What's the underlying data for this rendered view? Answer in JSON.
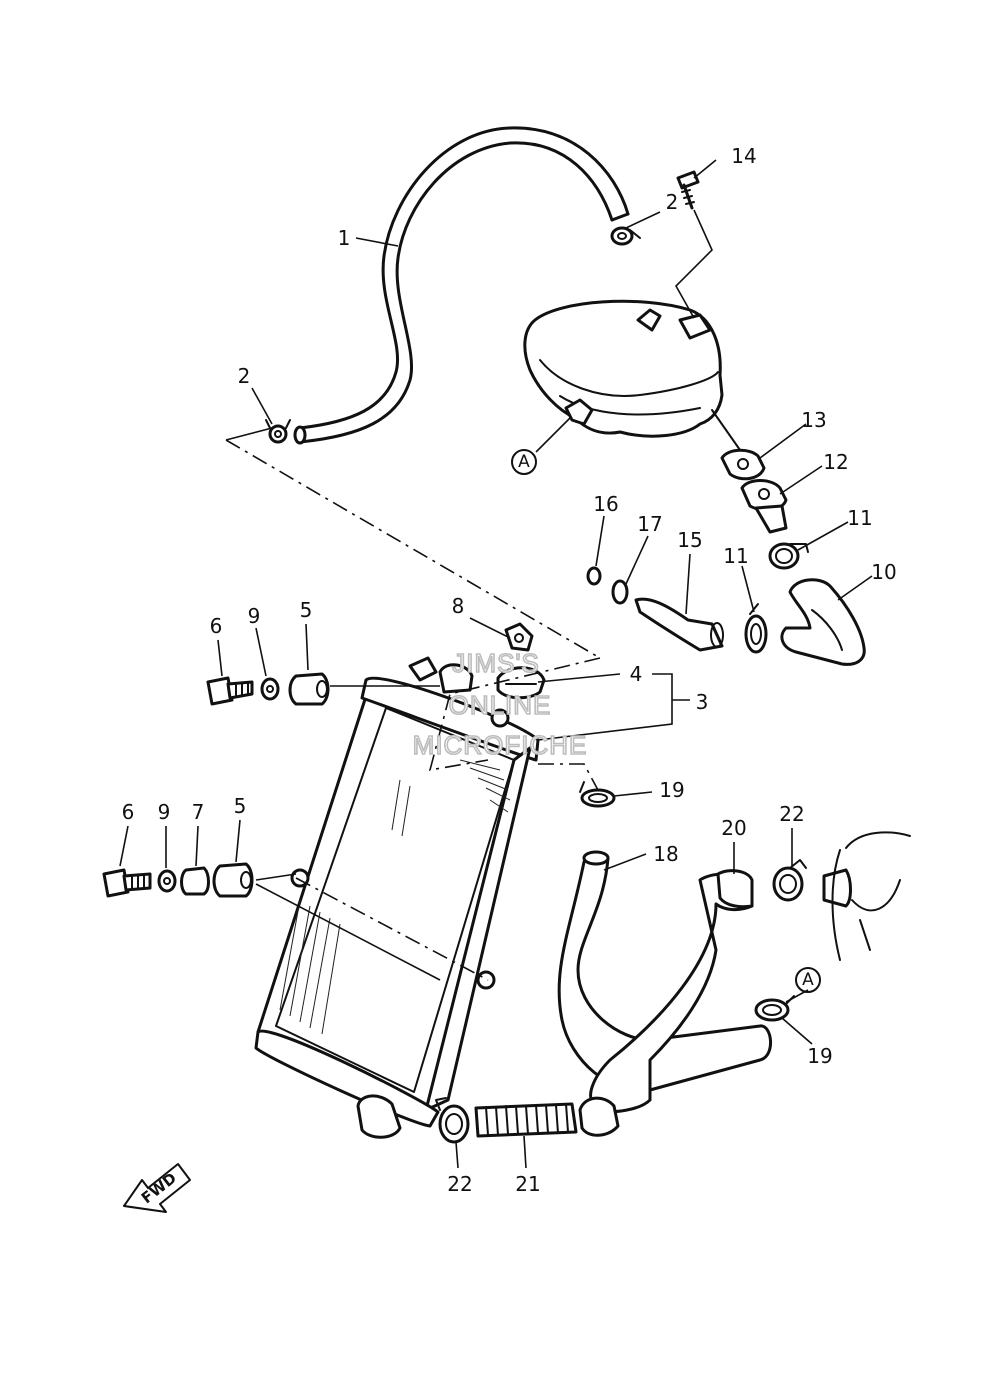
{
  "callouts": [
    {
      "id": "1",
      "label": "1"
    },
    {
      "id": "2a",
      "label": "2"
    },
    {
      "id": "2b",
      "label": "2"
    },
    {
      "id": "3",
      "label": "3"
    },
    {
      "id": "4",
      "label": "4"
    },
    {
      "id": "5a",
      "label": "5"
    },
    {
      "id": "5b",
      "label": "5"
    },
    {
      "id": "6a",
      "label": "6"
    },
    {
      "id": "6b",
      "label": "6"
    },
    {
      "id": "7",
      "label": "7"
    },
    {
      "id": "8",
      "label": "8"
    },
    {
      "id": "9a",
      "label": "9"
    },
    {
      "id": "9b",
      "label": "9"
    },
    {
      "id": "10",
      "label": "10"
    },
    {
      "id": "11a",
      "label": "11"
    },
    {
      "id": "11b",
      "label": "11"
    },
    {
      "id": "12",
      "label": "12"
    },
    {
      "id": "13",
      "label": "13"
    },
    {
      "id": "14",
      "label": "14"
    },
    {
      "id": "15",
      "label": "15"
    },
    {
      "id": "16",
      "label": "16"
    },
    {
      "id": "17",
      "label": "17"
    },
    {
      "id": "18",
      "label": "18"
    },
    {
      "id": "19a",
      "label": "19"
    },
    {
      "id": "19b",
      "label": "19"
    },
    {
      "id": "20",
      "label": "20"
    },
    {
      "id": "21",
      "label": "21"
    },
    {
      "id": "22a",
      "label": "22"
    },
    {
      "id": "22b",
      "label": "22"
    }
  ],
  "reference_markers": [
    {
      "id": "A1",
      "label": "A"
    },
    {
      "id": "A2",
      "label": "A"
    }
  ],
  "direction_arrow": {
    "label": "FWD"
  },
  "watermark": {
    "line1": "JIMS'S",
    "line2": "ONLINE",
    "line3": "MICROFICHE"
  }
}
